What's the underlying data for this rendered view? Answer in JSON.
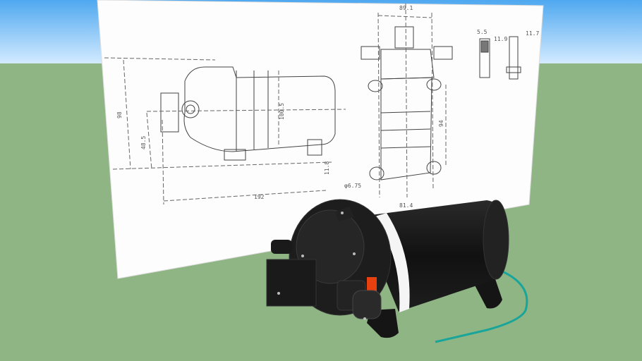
{
  "scene": {
    "sky_color_top": "#4fa8f0",
    "sky_color_horizon": "#dcefff",
    "ground_color": "#8fb585",
    "board_color": "#ffffff",
    "pump_body_color": "#1c1c1c",
    "band_color": "#ffffff",
    "accent_color": "#e8410f",
    "wire_color": "#1aa59a"
  },
  "drawing": {
    "labels": {
      "height": "98",
      "axis_height": "48.5",
      "length": "192",
      "foot": "11.8",
      "diameter": "100.5",
      "mount_spacing": "94",
      "hole": "φ6.75",
      "width_top": "89.1",
      "width_bottom": "81.4",
      "fitting_a": "11.7",
      "fitting_b": "11.9",
      "fitting_c": "5.5"
    }
  }
}
